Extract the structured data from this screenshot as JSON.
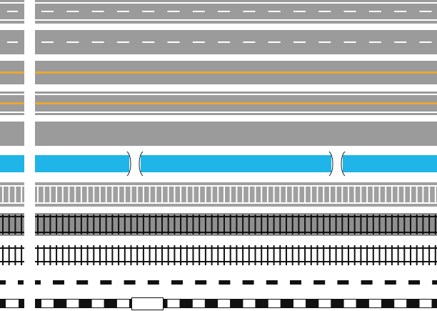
{
  "colors": {
    "road_grey": "#9b9b9b",
    "lane_white": "#ffffff",
    "center_yellow": "#e8a835",
    "water_blue": "#1fb5e8",
    "rail_dark_bg": "#8f8f8f",
    "rail_black": "#111111"
  },
  "symbols": [
    {
      "id": "road-dashed-with-edges",
      "icon": "road-dashed-lane-icon"
    },
    {
      "id": "road-dashed",
      "icon": "road-dashed-lane-icon"
    },
    {
      "id": "road-yellow-center",
      "icon": "road-yellow-centerline-icon"
    },
    {
      "id": "road-yellow-center-with-edges",
      "icon": "road-yellow-centerline-edges-icon"
    },
    {
      "id": "road-plain",
      "icon": "road-plain-icon"
    },
    {
      "id": "waterway-with-bridges",
      "icon": "canal-bridge-icon"
    },
    {
      "id": "rail-light",
      "icon": "railway-light-icon"
    },
    {
      "id": "rail-dark-bg",
      "icon": "railway-dark-icon"
    },
    {
      "id": "rail-black",
      "icon": "railway-icon"
    },
    {
      "id": "dashed-line",
      "icon": "dashed-line-icon"
    },
    {
      "id": "rail-checkered-with-station",
      "icon": "railway-station-icon"
    }
  ]
}
